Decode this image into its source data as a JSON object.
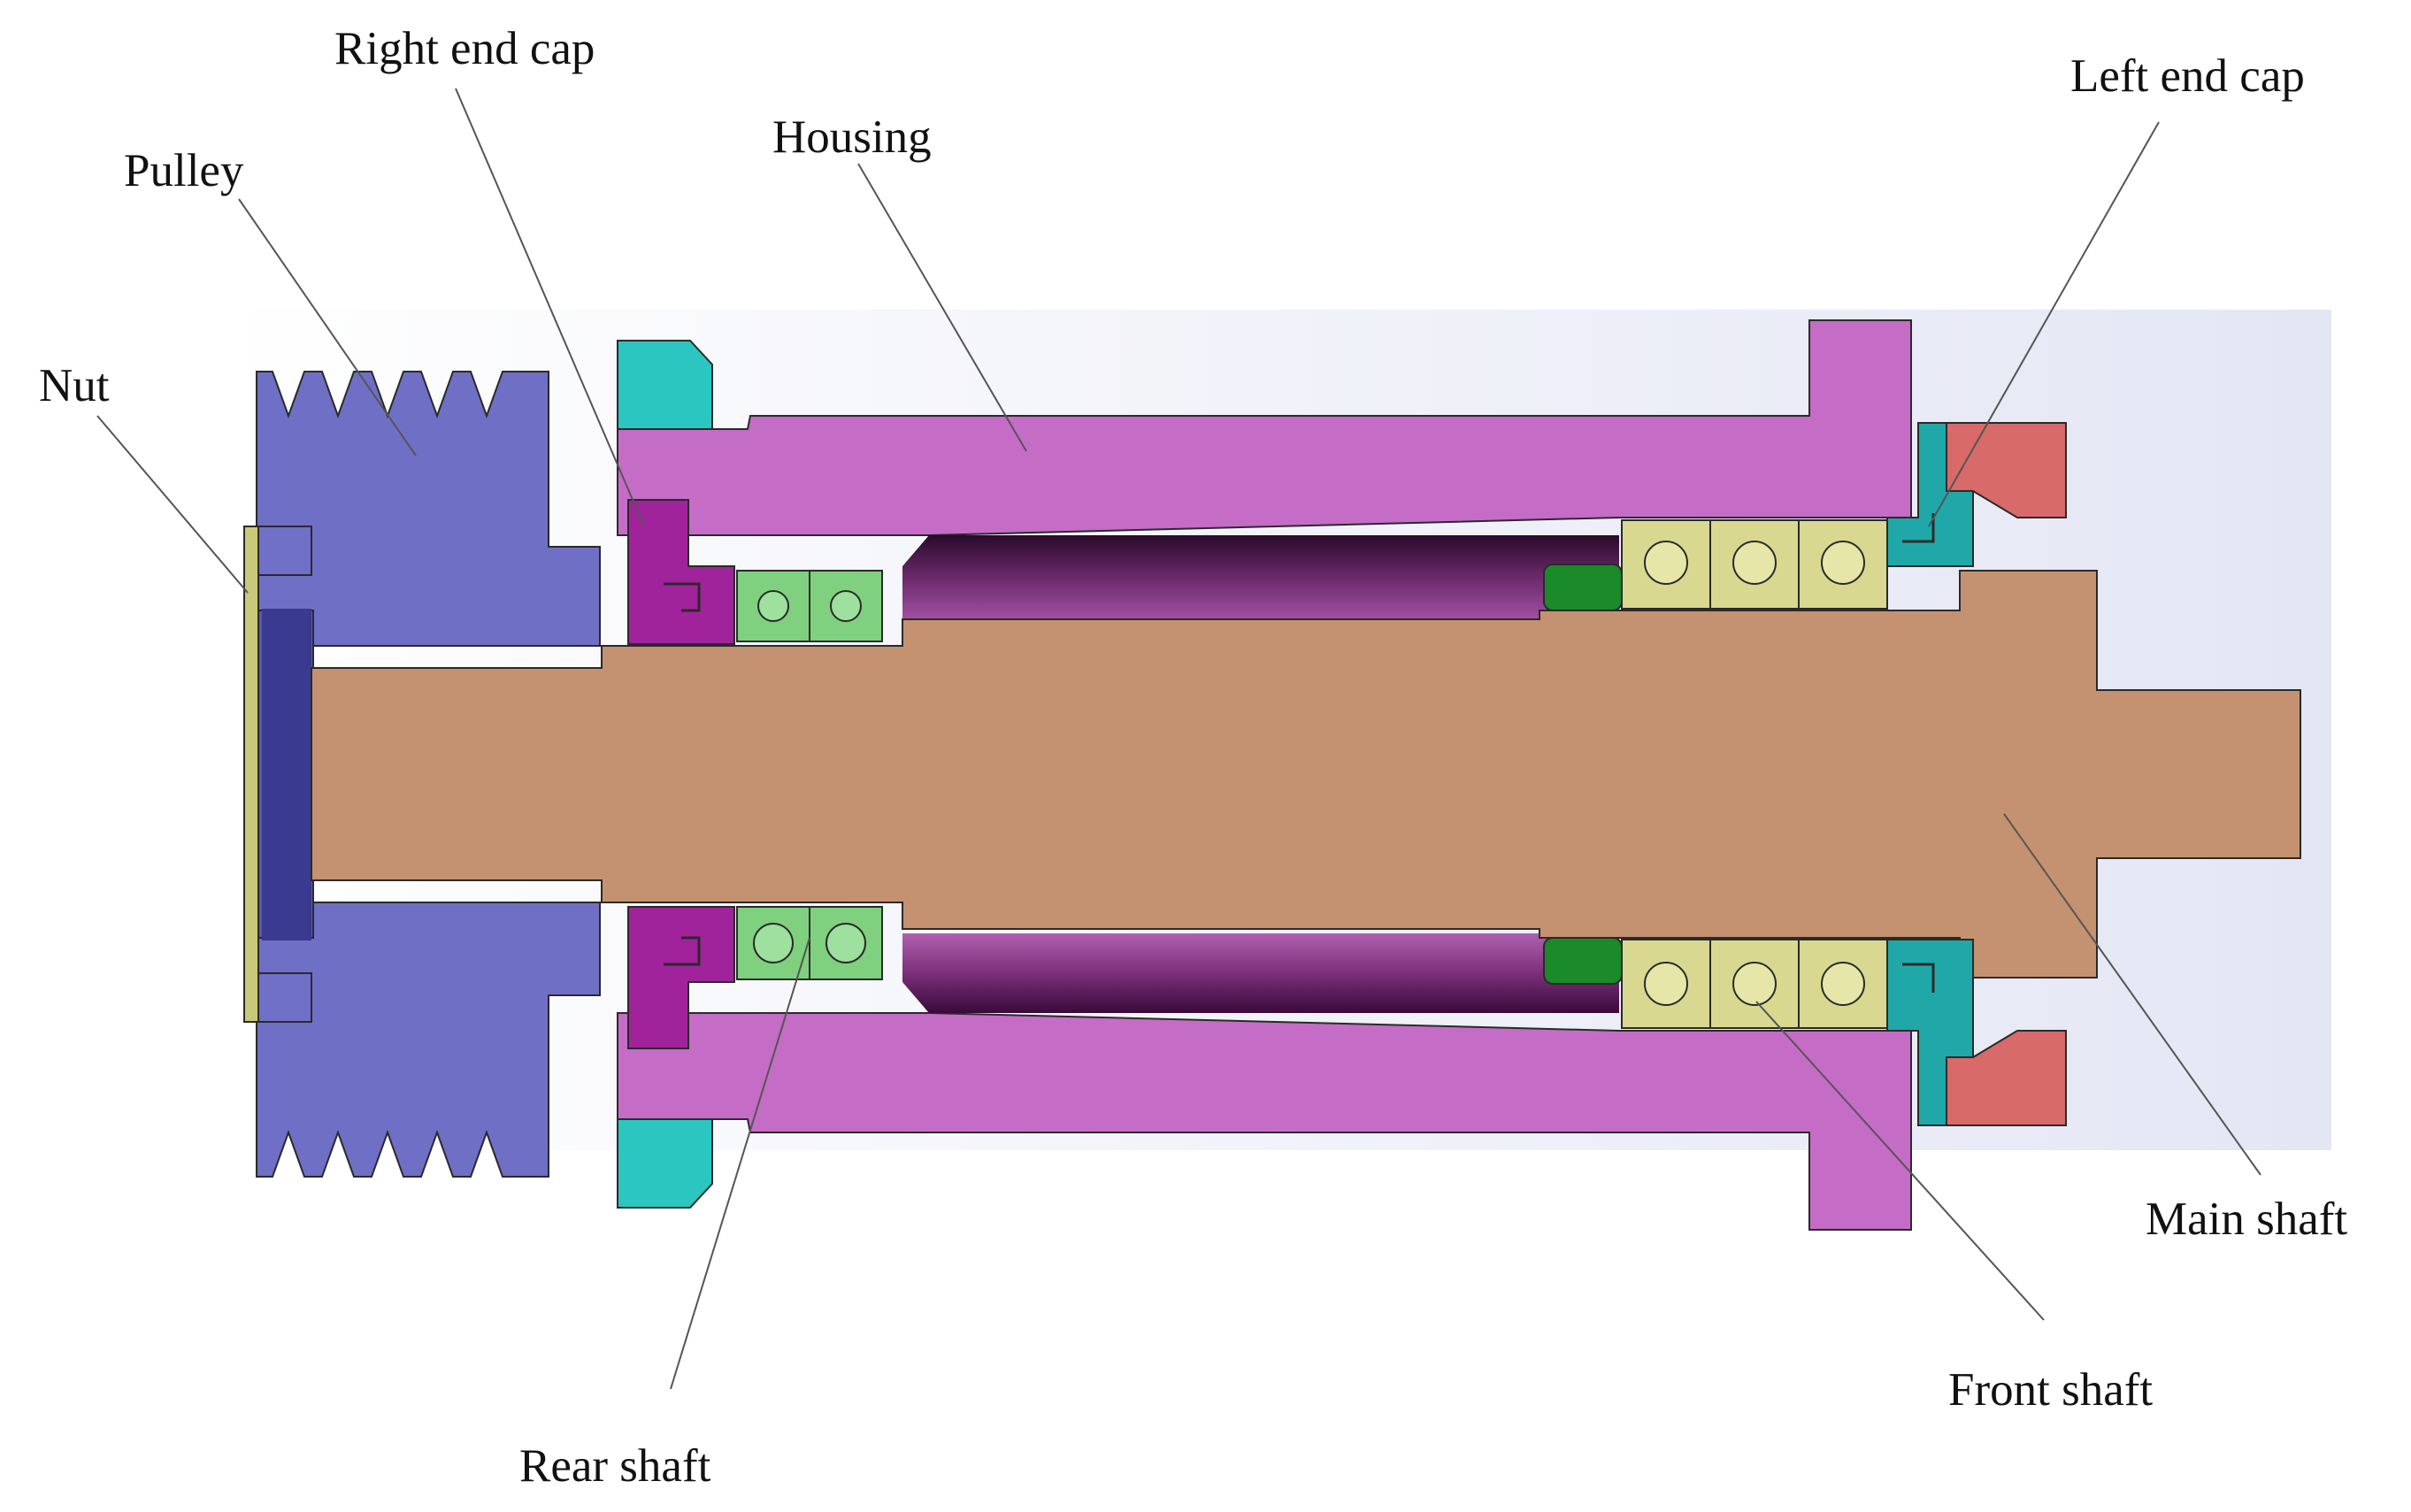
{
  "diagram": {
    "labels": {
      "right_end_cap": "Right end cap",
      "housing": "Housing",
      "pulley": "Pulley",
      "nut": "Nut",
      "left_end_cap": "Left end cap",
      "main_shaft": "Main shaft",
      "front_shaft": "Front shaft",
      "rear_shaft": "Rear shaft"
    },
    "colors": {
      "pulley": "#6f6fc6",
      "nut": "#c9c97a",
      "housing": "#c56cc6",
      "right_end_cap": "#a0239b",
      "left_end_cap": "#20a8a8",
      "mount_flange": "#2cc6c0",
      "main_shaft": "#c49270",
      "rear_bearing": "#7fd07f",
      "front_bearing": "#d8d890",
      "spacer": "#1a8a2a",
      "left_block": "#d86a6a",
      "bore": "#4a1a4a"
    }
  }
}
